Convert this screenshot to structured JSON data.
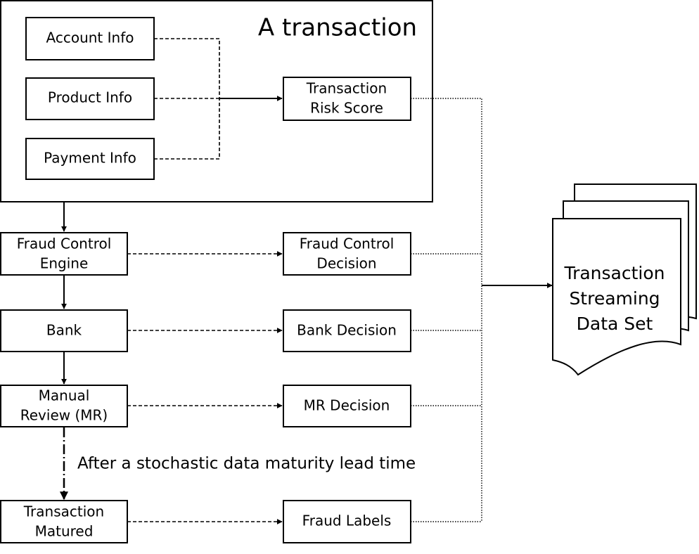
{
  "title": "A transaction",
  "inputs": {
    "account": "Account Info",
    "product": "Product Info",
    "payment": "Payment Info"
  },
  "risk_score": [
    "Transaction",
    "Risk Score"
  ],
  "steps": {
    "fraud_engine": [
      "Fraud Control",
      "Engine"
    ],
    "bank": "Bank",
    "manual_review": [
      "Manual",
      "Review (MR)"
    ],
    "matured": [
      "Transaction",
      "Matured"
    ]
  },
  "decisions": {
    "fraud_control": [
      "Fraud Control",
      "Decision"
    ],
    "bank": "Bank Decision",
    "mr": "MR Decision",
    "labels": "Fraud Labels"
  },
  "lead_time_note": "After a stochastic data maturity lead time",
  "dataset": [
    "Transaction",
    "Streaming",
    "Data Set"
  ]
}
